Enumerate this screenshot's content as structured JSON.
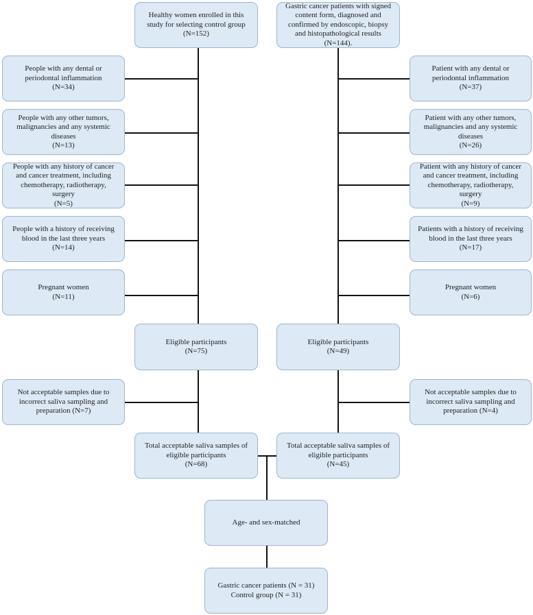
{
  "control": {
    "enrolled": "Healthy women enrolled in this\nstudy for selecting control group\n(N=152)",
    "exclusions": [
      "People with any dental or\nperiodontal inflammation\n(N=34)",
      "People with any other tumors,\nmalignancies and any systemic\ndiseases\n(N=13)",
      "People with any history of cancer\nand cancer treatment, including\nchemotherapy, radiotherapy,\nsurgery\n(N=5)",
      "People with a history of receiving\nblood in the last three years\n(N=14)",
      "Pregnant women\n(N=11)"
    ],
    "eligible": "Eligible participants\n(N=75)",
    "not_acceptable": "Not acceptable samples due to\nincorrect saliva sampling and\npreparation (N=7)",
    "acceptable": "Total acceptable saliva samples of\neligible participants\n(N=68)"
  },
  "cases": {
    "enrolled": "Gastric cancer patients with signed\ncontent form, diagnosed and\nconfirmed by endoscopic, biopsy\nand histopathological results\n(N=144).",
    "exclusions": [
      "Patient with any dental or\nperiodontal inflammation\n(N=37)",
      "Patient with any other tumors,\nmalignancies and any systemic\ndiseases\n(N=26)",
      "Patient with any history of cancer\nand cancer treatment, including\nchemotherapy, radiotherapy,\nsurgery\n(N=9)",
      "Patients with a history of receiving\nblood in the last three years\n(N=17)",
      "Pregnant women\n(N=6)"
    ],
    "eligible": "Eligible participants\n(N=49)",
    "not_acceptable": "Not acceptable samples due to\nincorrect saliva sampling and\npreparation  (N=4)",
    "acceptable": "Total acceptable saliva samples of\neligible participants\n(N=45)"
  },
  "matching": "Age- and sex-matched",
  "final": "Gastric cancer patients (N = 31)\nControl group (N = 31)",
  "colors": {
    "box_fill": "#dde9f5",
    "box_border": "#9bb5cf",
    "connector": "#111111"
  }
}
